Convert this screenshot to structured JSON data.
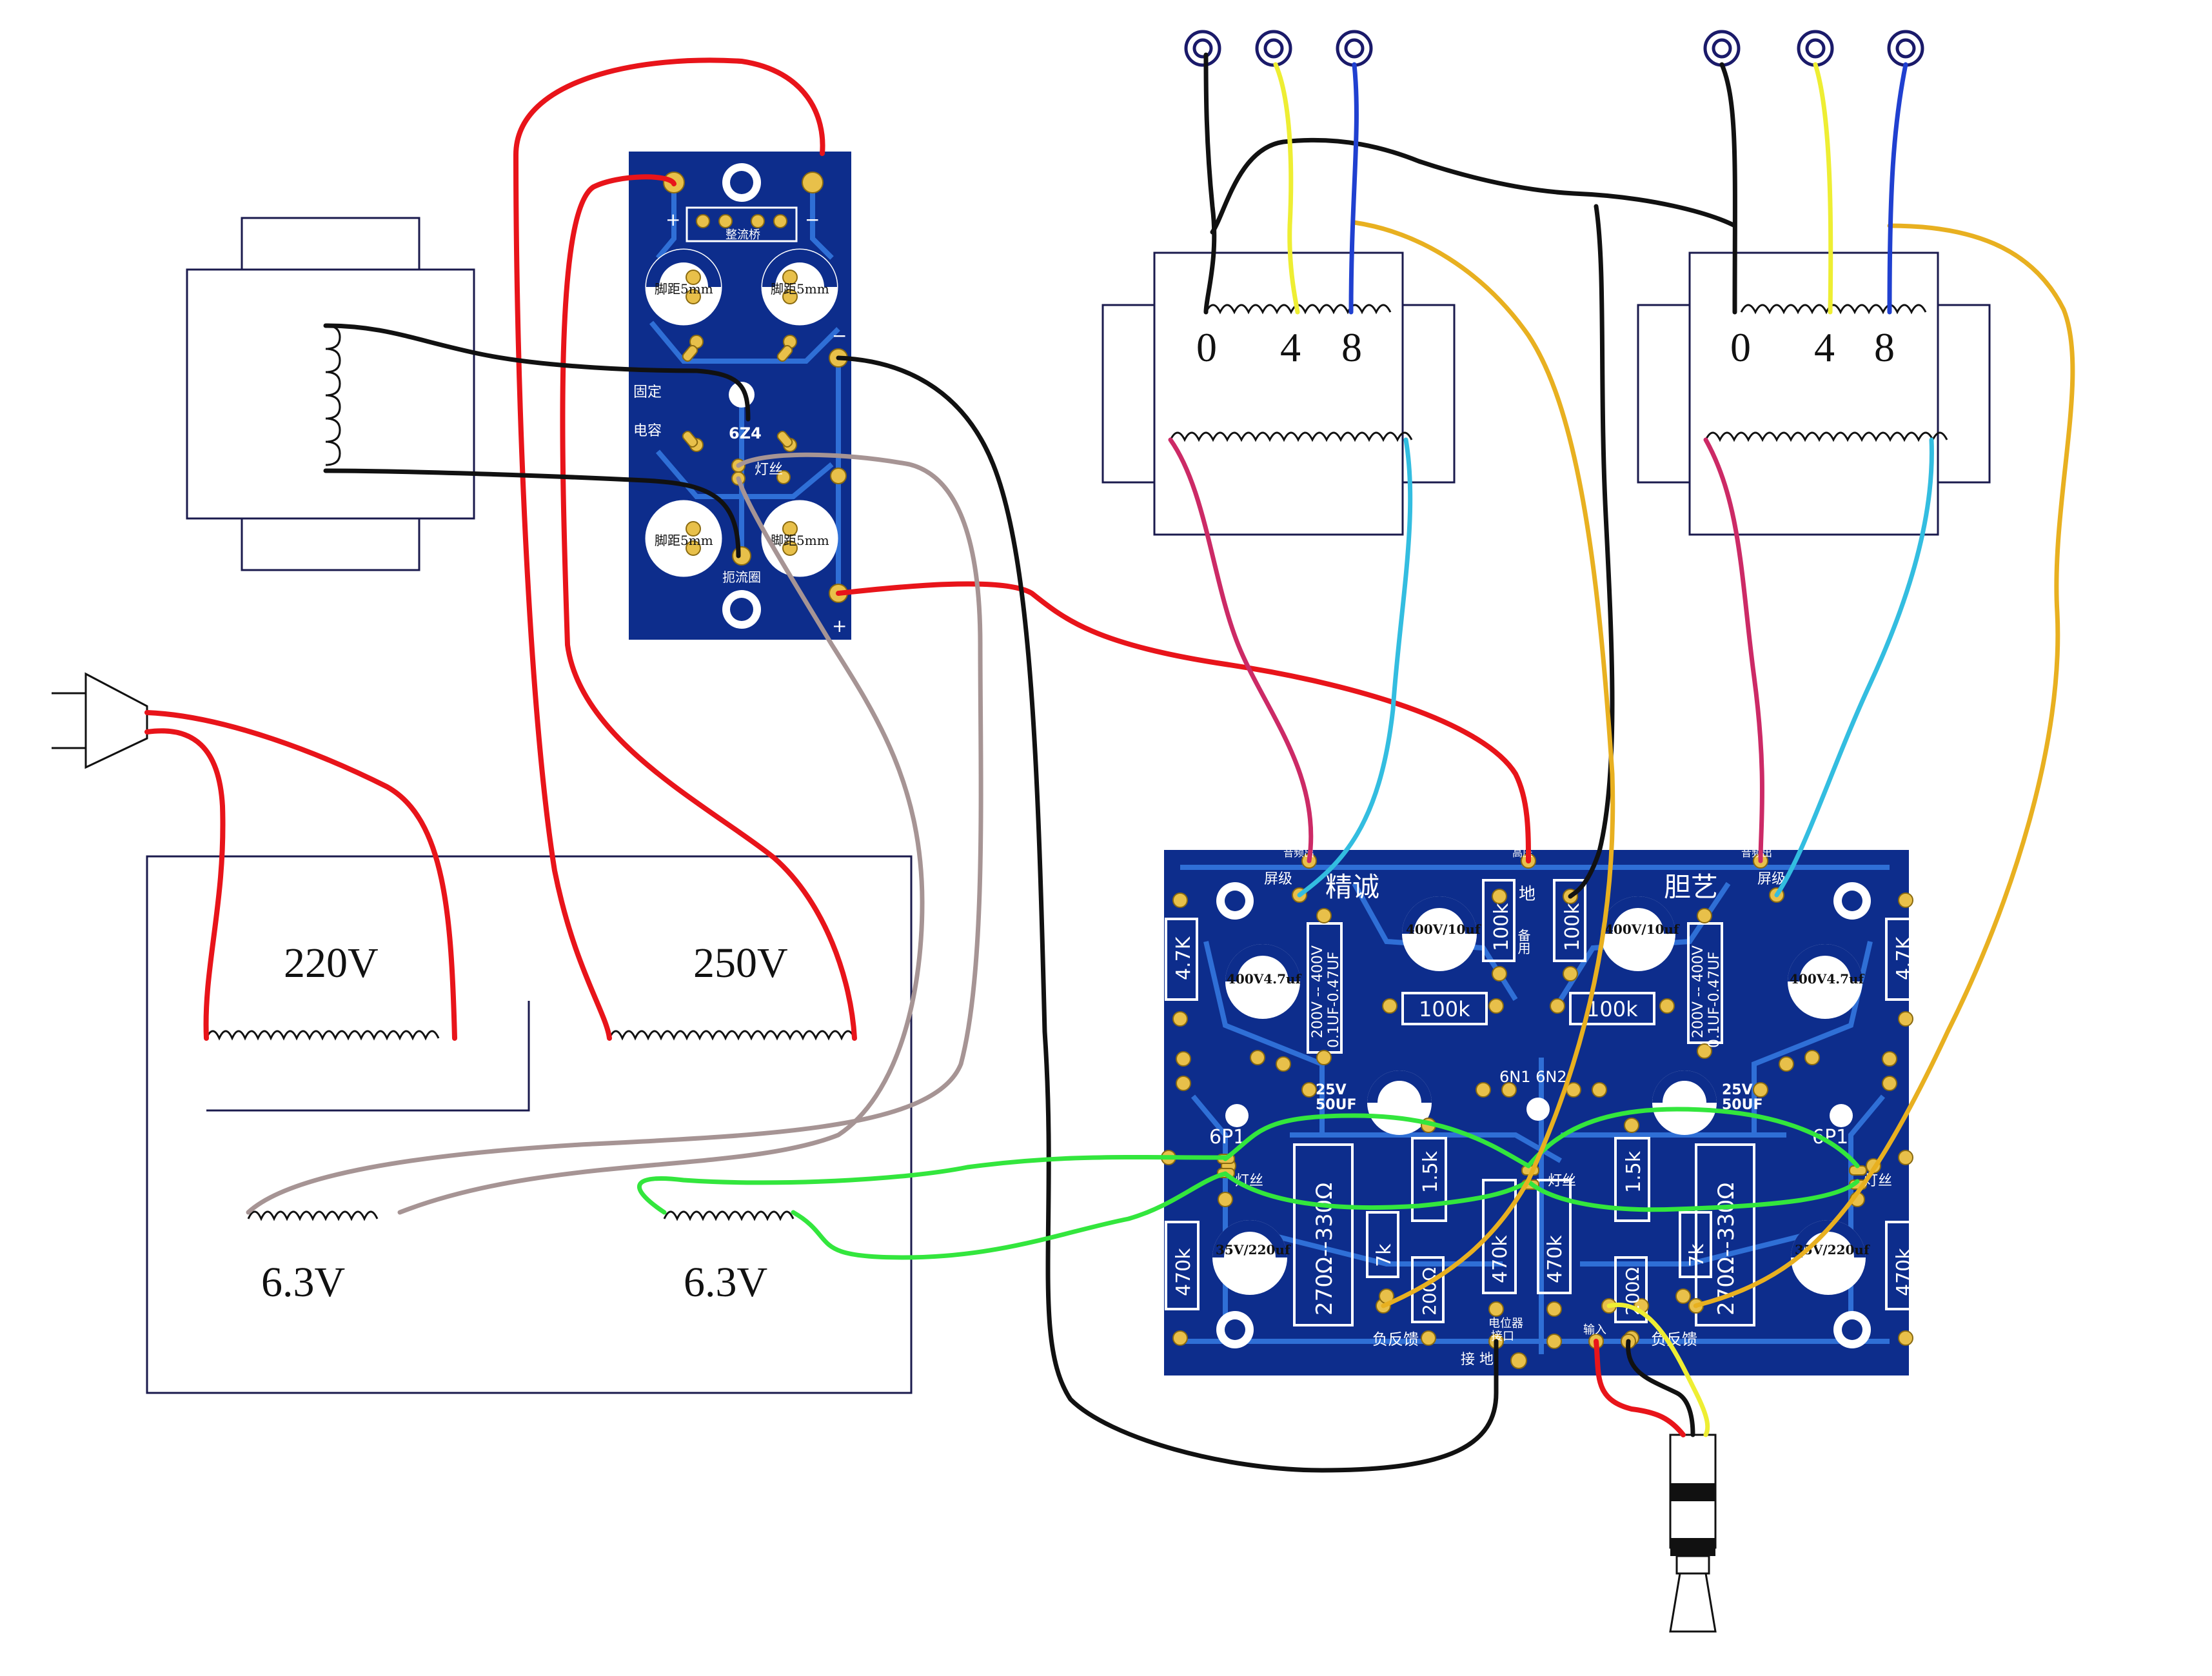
{
  "colors": {
    "background": "#ffffff",
    "pcb": "#0d2d8c",
    "trace": "#2f6fd6",
    "pad": "#e8c04a",
    "outline": "#1a1a4d",
    "wire_red": "#e8141a",
    "wire_black": "#111111",
    "wire_gray": "#a69494",
    "wire_green": "#33e63d",
    "wire_yellow_orange": "#e8b020",
    "wire_yellow": "#eeee33",
    "wire_blue": "#2040d0",
    "wire_magenta": "#cc2a66",
    "wire_cyan": "#33bde0"
  },
  "power_transformer": {
    "windings": {
      "primary": "220V",
      "high_voltage": "250V",
      "heater_1": "6.3V",
      "heater_2": "6.3V"
    }
  },
  "output_transformers": [
    {
      "taps": [
        "0",
        "4",
        "8"
      ]
    },
    {
      "taps": [
        "0",
        "4",
        "8"
      ]
    }
  ],
  "power_supply_board": {
    "labels": {
      "bridge": "整流桥",
      "plus_top_left": "+",
      "minus_top_right": "−",
      "cap_top_left": "脚距5mm",
      "cap_top_right": "脚距5mm",
      "cap_bottom_left": "脚距5mm",
      "cap_bottom_right": "脚距5mm",
      "fixed_cap_1": "固定",
      "fixed_cap_2": "电容",
      "rectifier_tube": "6Z4",
      "filament": "灯丝",
      "choke": "扼流圈",
      "minus_right": "−",
      "plus_bottom_right": "+"
    }
  },
  "amp_board": {
    "brand_left": "精诚",
    "brand_right": "胆艺",
    "plate_left": "音频出",
    "plate_right": "音频出",
    "hv_in": "高压",
    "screen_left": "屏级",
    "screen_right": "屏级",
    "ground_top": "地",
    "spare": "备用",
    "ground_bottom": "接   地",
    "resistors": {
      "r_4_7k_left": "4.7K",
      "r_4_7k_right": "4.7K",
      "r_100k_a": "100k",
      "r_100k_b": "100k",
      "r_100k_c": "100k",
      "r_100k_d": "100k",
      "r_1_5k_left": "1.5k",
      "r_1_5k_right": "1.5k",
      "r_7k_left": "7k",
      "r_7k_right": "7k",
      "r_200_left": "200Ω",
      "r_200_right": "200Ω",
      "r_470k_1": "470k",
      "r_470k_2": "470k",
      "r_470k_3": "470k",
      "r_470k_4": "470k",
      "r_cathode_left": "270Ω--330Ω",
      "r_cathode_right": "270Ω--330Ω"
    },
    "capacitors": {
      "c_400v_10uf_left": "400V/10uf",
      "c_400v_10uf_right": "400V/10uf",
      "c_400v_4_7uf_left": "400V4.7uf",
      "c_400v_4_7uf_right": "400V4.7uf",
      "c_coupling_left_1": "200V -- 400V",
      "c_coupling_left_2": "0.1UF-0.47UF",
      "c_coupling_right_1": "200V -- 400V",
      "c_coupling_right_2": "0.1UF-0.47UF",
      "c_25v_left_1": "25V",
      "c_25v_left_2": "50UF",
      "c_25v_right_1": "25V",
      "c_25v_right_2": "50UF",
      "c_35v_left": "35V/220uf",
      "c_35v_right": "35V/220uf"
    },
    "tubes": {
      "preamp": "6N1  6N2",
      "power_left": "6P1",
      "power_right": "6P1"
    },
    "filament_left": "灯丝",
    "filament_mid": "灯丝",
    "filament_right": "灯丝",
    "feedback_left": "负反馈",
    "feedback_right": "负反馈",
    "input": "输入",
    "volume_1": "电位器",
    "volume_2": "接口"
  }
}
